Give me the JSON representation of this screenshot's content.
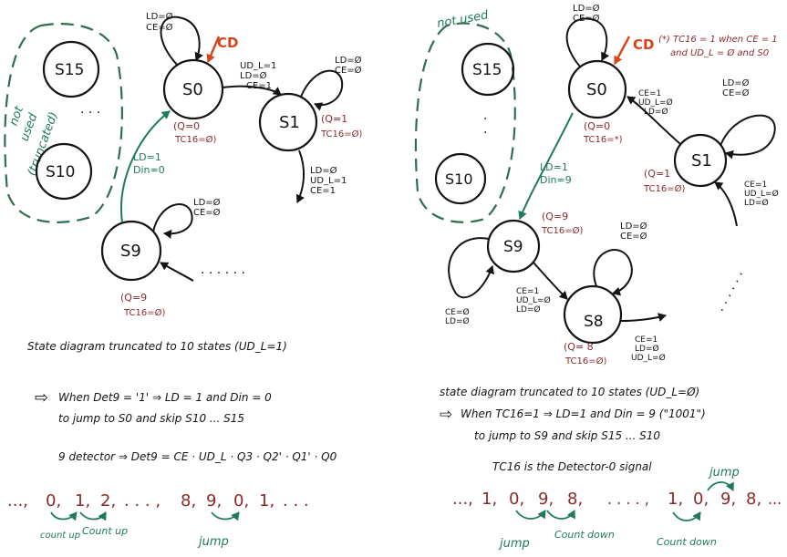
{
  "left": {
    "states": {
      "s15": "S15",
      "s10": "S10",
      "s0": "S0",
      "s1": "S1",
      "s9": "S9"
    },
    "not_used": [
      "not",
      "used",
      "(truncated)"
    ],
    "cd": "CD",
    "self_s0": [
      "LD=Ø",
      "CE=Ø"
    ],
    "self_s1": [
      "LD=Ø",
      "CE=Ø"
    ],
    "self_s9": [
      "LD=Ø",
      "CE=Ø"
    ],
    "s0_to_s1": [
      "UD_L=1",
      "LD=Ø",
      "CE=1"
    ],
    "s1_down": [
      "LD=Ø",
      "UD_L=1",
      "CE=1"
    ],
    "s0_out": [
      "(Q=0",
      "TC16=Ø)"
    ],
    "s1_out": [
      "(Q=1",
      "TC16=Ø)"
    ],
    "s9_out": [
      "(Q=9",
      "TC16=Ø)"
    ],
    "jump": [
      "LD=1",
      "Din=0"
    ],
    "dots": ". . . . . .",
    "note1": "State diagram truncated to 10 states (UD_L=1)",
    "note2a": "When Det9 = '1' ⇒ LD = 1 and Din = 0",
    "note2b": "to jump to S0 and skip S10 ... S15",
    "note3": "9 detector ⇒ Det9 = CE · UD_L · Q3 · Q2' · Q1' · Q0",
    "seq": [
      "...,",
      "0,",
      "1,",
      "2,",
      ". . . ,",
      "8,",
      "9,",
      "0,",
      "1,",
      ". . ."
    ],
    "countup1": "count up",
    "countup2": "Count up",
    "jump_label": "jump"
  },
  "right": {
    "states": {
      "s15": "S15",
      "s10": "S10",
      "s0": "S0",
      "s1": "S1",
      "s9": "S9",
      "s8": "S8"
    },
    "not_used": "not used",
    "cd": "CD",
    "cd_note": [
      "(*) TC16 = 1 when CE = 1",
      "and UD_L = Ø and S0"
    ],
    "self_s0": [
      "LD=Ø",
      "CE=Ø"
    ],
    "self_s1": [
      "LD=Ø",
      "CE=Ø"
    ],
    "self_s9": [
      "LD=Ø",
      "CE=Ø"
    ],
    "self_s8": [
      "LD=Ø",
      "CE=Ø"
    ],
    "s1_to_s0": [
      "CE=1",
      "UD_L=Ø",
      "LD=Ø"
    ],
    "s1_in": [
      "CE=1",
      "UD_L=Ø",
      "LD=Ø"
    ],
    "s9_to_s8": [
      "CE=1",
      "UD_L=Ø",
      "LD=Ø"
    ],
    "s8_out": [
      "CE=1",
      "LD=Ø",
      "UD_L=Ø"
    ],
    "s9_loop_low": [
      "CE=Ø",
      "LD=Ø"
    ],
    "s0_out": [
      "(Q=0",
      "TC16=*)"
    ],
    "s1_out": [
      "(Q=1",
      "TC16=Ø)"
    ],
    "s9_out": [
      "(Q=9",
      "TC16=Ø)"
    ],
    "s8_out_q": [
      "(Q= 8",
      "TC16=Ø)"
    ],
    "jump": [
      "LD=1",
      "Din=9"
    ],
    "note1": "state diagram truncated to 10 states (UD_L=Ø)",
    "note2a": "When TC16=1 ⇒ LD=1 and Din = 9 (\"1001\")",
    "note2b": "to jump to S9 and skip S15 ... S10",
    "note3": "TC16 is the Detector-0 signal",
    "seq": [
      "...,",
      "1,",
      "0,",
      "9,",
      "8,",
      ". . . . ,",
      "1,",
      "0,",
      "9,",
      "8,",
      "..."
    ],
    "jump1": "jump",
    "countdown1": "Count down",
    "jump2": "jump",
    "countdown2": "Count down"
  }
}
